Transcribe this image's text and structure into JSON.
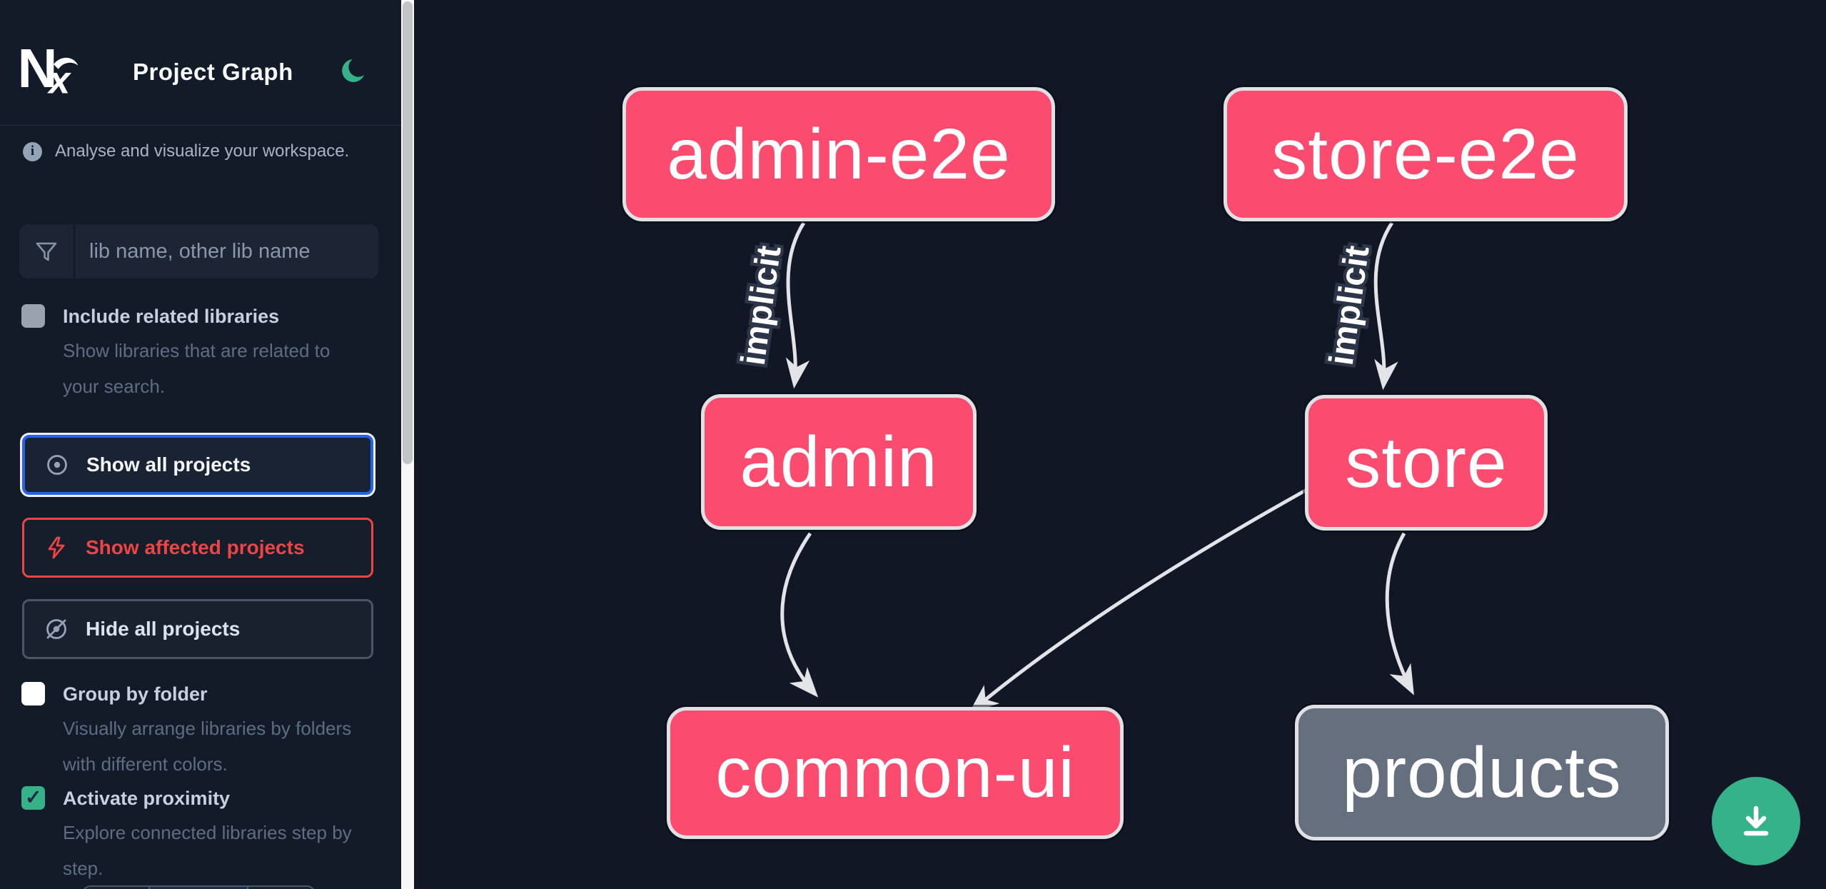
{
  "header": {
    "logo_text": "Nx",
    "title": "Project Graph",
    "theme_icon": "moon"
  },
  "sidebar": {
    "tagline": "Analyse and visualize your workspace.",
    "search_placeholder": "lib name, other lib name",
    "include_related": {
      "label": "Include related libraries",
      "description": "Show libraries that are related to your search.",
      "checked": false
    },
    "buttons": {
      "show_all": "Show all projects",
      "show_affected": "Show affected projects",
      "hide_all": "Hide all projects"
    },
    "group_by_folder": {
      "label": "Group by folder",
      "description": "Visually arrange libraries by folders with different colors.",
      "checked": false
    },
    "activate_proximity": {
      "label": "Activate proximity",
      "description": "Explore connected libraries step by step.",
      "checked": true
    }
  },
  "graph": {
    "nodes": [
      {
        "id": "admin-e2e",
        "label": "admin-e2e",
        "color": "#fb4b6e"
      },
      {
        "id": "store-e2e",
        "label": "store-e2e",
        "color": "#fb4b6e"
      },
      {
        "id": "admin",
        "label": "admin",
        "color": "#fb4b6e"
      },
      {
        "id": "store",
        "label": "store",
        "color": "#fb4b6e"
      },
      {
        "id": "common-ui",
        "label": "common-ui",
        "color": "#fb4b6e"
      },
      {
        "id": "products",
        "label": "products",
        "color": "#666f7e"
      }
    ],
    "edges": [
      {
        "from": "admin-e2e",
        "to": "admin",
        "label": "implicit"
      },
      {
        "from": "store-e2e",
        "to": "store",
        "label": "implicit"
      },
      {
        "from": "admin",
        "to": "common-ui",
        "label": ""
      },
      {
        "from": "store",
        "to": "common-ui",
        "label": ""
      },
      {
        "from": "store",
        "to": "products",
        "label": ""
      }
    ]
  },
  "fab": {
    "icon": "download"
  },
  "colors": {
    "accent_green": "#35b289",
    "node_pink": "#fb4b6e",
    "node_gray": "#666f7e",
    "affected_red": "#ef4444",
    "focus_blue": "#2563eb",
    "edge": "#e3e4e8",
    "sidebar_bg": "#131a28",
    "canvas_bg": "#121726"
  }
}
